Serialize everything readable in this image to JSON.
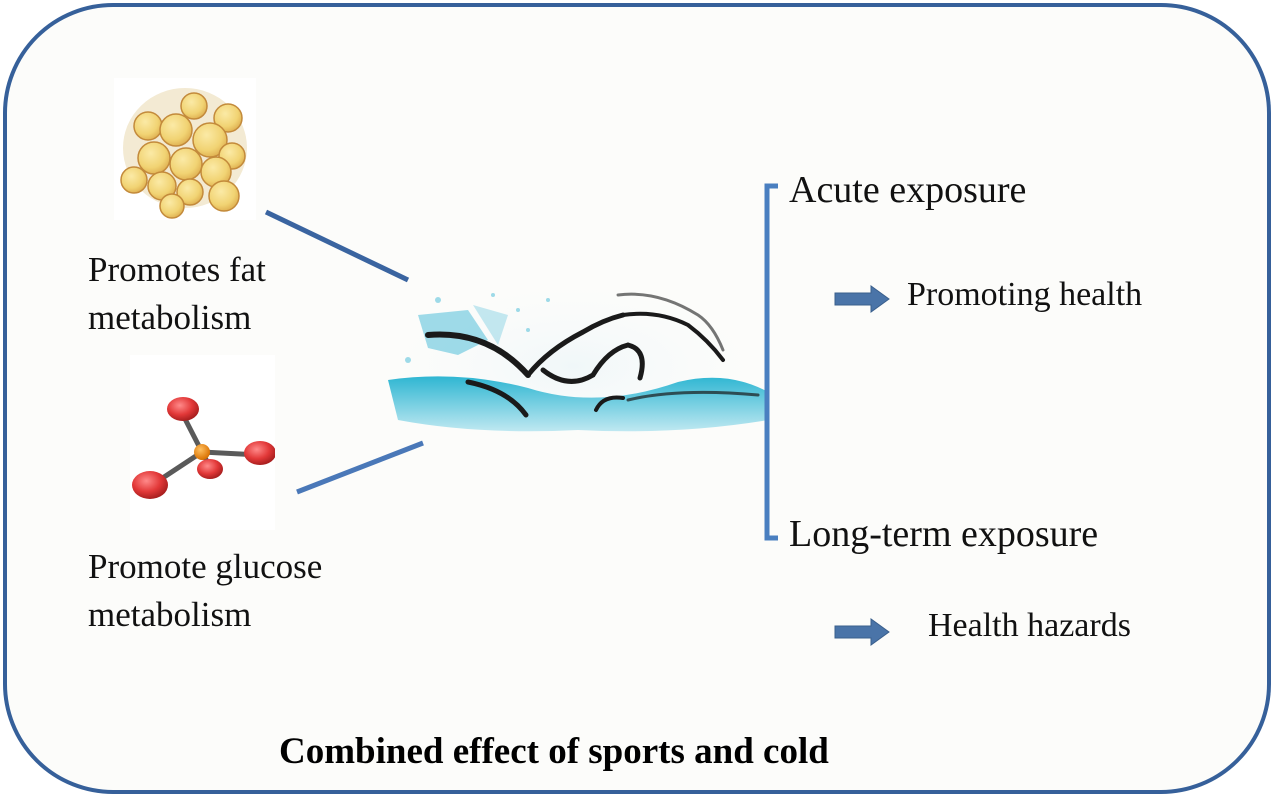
{
  "diagram": {
    "title": "Combined effect of sports and cold",
    "left_items": [
      {
        "icon": "fat-cells-icon",
        "label_line1": "Promotes fat",
        "label_line2": "metabolism"
      },
      {
        "icon": "molecule-icon",
        "label_line1": "Promote glucose",
        "label_line2": "metabolism"
      }
    ],
    "center_image": "swimmer-illustration",
    "right_branches": [
      {
        "label": "Acute exposure",
        "outcome": "Promoting health",
        "arrow": "right-arrow-icon"
      },
      {
        "label": "Long-term exposure",
        "outcome": "Health hazards",
        "arrow": "right-arrow-icon"
      }
    ],
    "colors": {
      "frame_border": "#36609a",
      "connector_line": "#3a64a0",
      "bracket": "#4a7fc0",
      "arrow_fill": "#4a74a8",
      "water": "#2fb6d2",
      "fat_cell": "#f3d77a",
      "molecule_red": "#e03a3a",
      "molecule_center": "#f08a10"
    }
  }
}
